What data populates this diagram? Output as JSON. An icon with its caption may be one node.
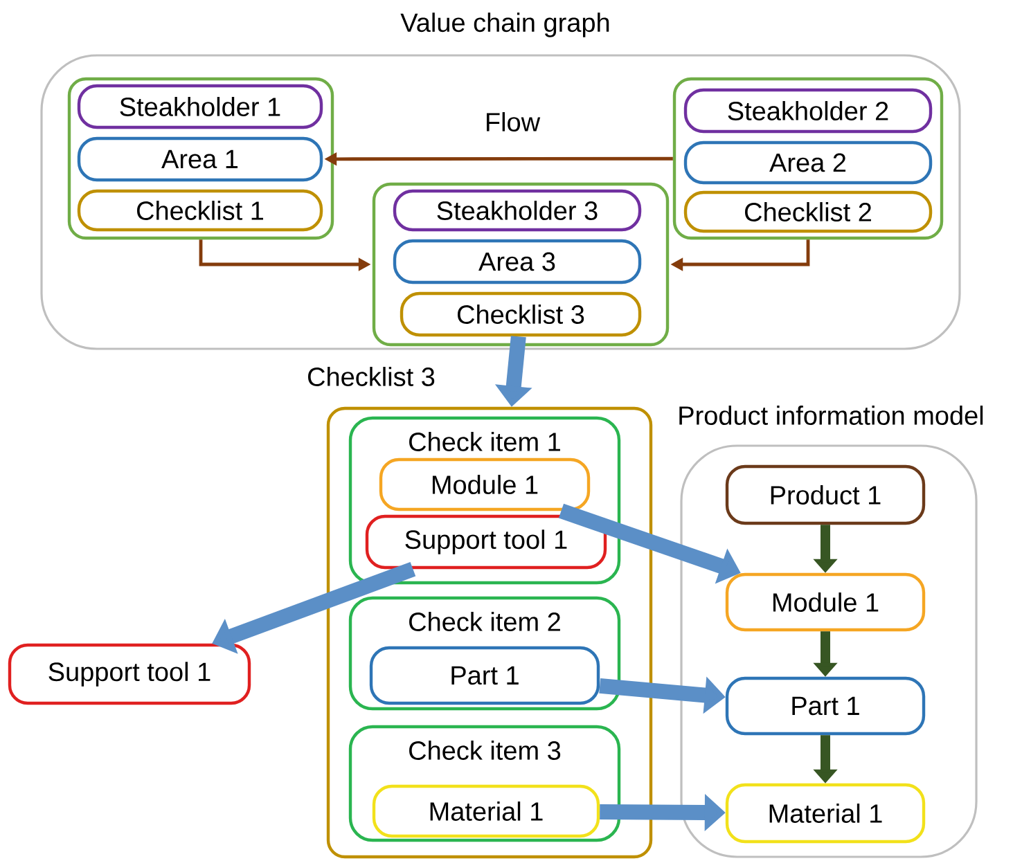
{
  "diagram": {
    "nodes": [
      {
        "text": [
          "Value chain graph"
        ]
      },
      {
        "text": [],
        "shape": "box",
        "in": 0
      },
      {
        "text": [
          "Steakholder 1"
        ],
        "in": 1
      },
      {
        "text": [
          "Area 1"
        ],
        "in": 1
      },
      {
        "text": [
          "Checklist 1"
        ],
        "in": 1
      },
      {
        "text": [],
        "shape": "box",
        "in": 0
      },
      {
        "text": [
          "Steakholder 2"
        ],
        "in": 5
      },
      {
        "text": [
          "Area 2"
        ],
        "in": 5
      },
      {
        "text": [
          "Checklist 2"
        ],
        "in": 5
      },
      {
        "text": [],
        "shape": "box",
        "in": 0
      },
      {
        "text": [
          "Steakholder 3"
        ],
        "in": 9
      },
      {
        "text": [
          "Area 3"
        ],
        "in": 9
      },
      {
        "text": [
          "Checklist 3"
        ],
        "in": 9
      },
      {
        "text": [],
        "shape": "box"
      },
      {
        "text": [
          "Check item 1"
        ],
        "in": 13
      },
      {
        "text": [
          "Module  1"
        ],
        "in": 14
      },
      {
        "text": [
          "Support tool 1"
        ],
        "in": 14
      },
      {
        "text": [
          "Check item 2"
        ],
        "in": 13
      },
      {
        "text": [
          "Part 1"
        ],
        "in": 17
      },
      {
        "text": [
          "Check item 3"
        ],
        "in": 13
      },
      {
        "text": [
          "Material 1"
        ],
        "in": 19
      },
      {
        "text": [
          "Product information model"
        ]
      },
      {
        "text": [
          "Product 1"
        ],
        "in": 21
      },
      {
        "text": [
          "Module 1"
        ],
        "in": 21
      },
      {
        "text": [
          "Part 1"
        ],
        "in": 21
      },
      {
        "text": [
          "Material 1"
        ],
        "in": 21
      },
      {
        "text": [
          "Support tool 1"
        ]
      }
    ],
    "edges": [
      {
        "from": 5,
        "to": 3,
        "arrow": "to",
        "label": "Flow",
        "color": "#843c0c"
      },
      {
        "from": 1,
        "to": 9,
        "arrow": "to",
        "color": "#843c0c"
      },
      {
        "from": 5,
        "to": 9,
        "arrow": "to",
        "color": "#843c0c"
      },
      {
        "from": 12,
        "to": 13,
        "arrow": "to",
        "label": "Checklist 3"
      },
      {
        "from": 15,
        "to": 23,
        "arrow": "to"
      },
      {
        "from": 16,
        "to": 26,
        "arrow": "to"
      },
      {
        "from": 18,
        "to": 24,
        "arrow": "to"
      },
      {
        "from": 20,
        "to": 25,
        "arrow": "to"
      },
      {
        "from": 22,
        "to": 23,
        "arrow": "to",
        "color": "#375623"
      },
      {
        "from": 23,
        "to": 24,
        "arrow": "to",
        "color": "#375623"
      },
      {
        "from": 24,
        "to": 25,
        "arrow": "to",
        "color": "#375623"
      }
    ]
  }
}
